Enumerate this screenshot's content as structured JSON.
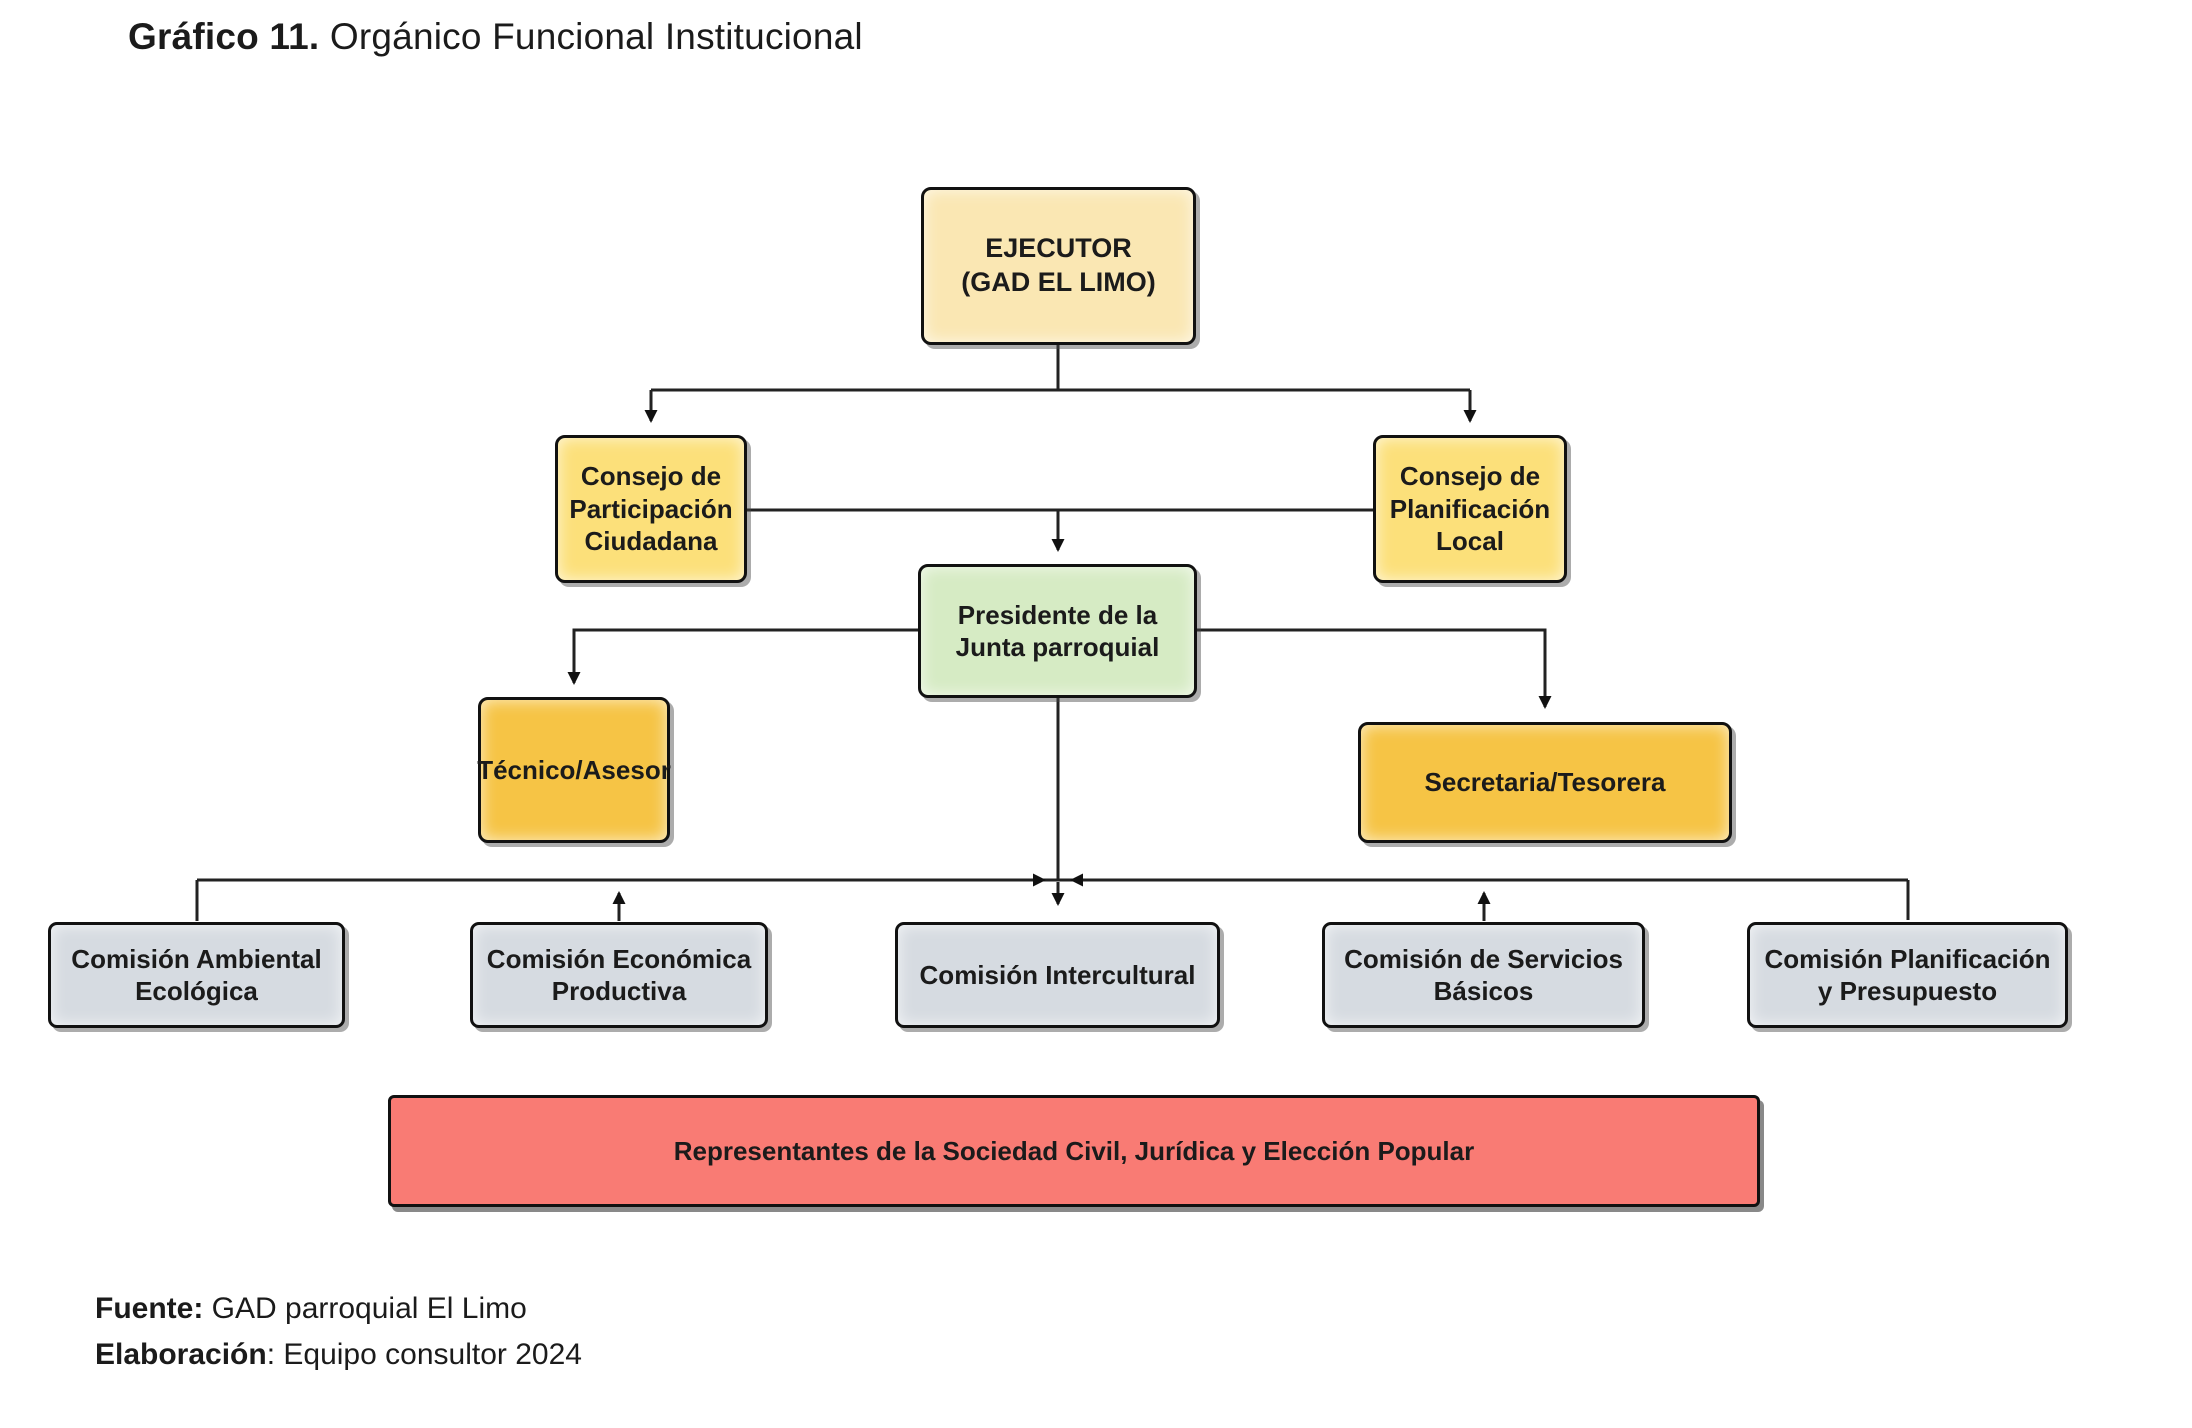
{
  "title": {
    "bold": "Gráfico 11.",
    "regular": " Orgánico Funcional Institucional"
  },
  "org_chart": {
    "nodes": {
      "ejecutor": {
        "label": "EJECUTOR\n(GAD EL LIMO)",
        "fill": "#fae7b3"
      },
      "consejo_participacion": {
        "label": "Consejo de\nParticipación\nCiudadana",
        "fill": "#fce07a"
      },
      "consejo_planificacion": {
        "label": "Consejo de\nPlanificación\nLocal",
        "fill": "#fce07a"
      },
      "presidente": {
        "label": "Presidente de la\nJunta parroquial",
        "fill": "#d6ebc4"
      },
      "tecnico": {
        "label": "Técnico/Asesor",
        "fill": "#f6c445"
      },
      "secretaria": {
        "label": "Secretaria/Tesorera",
        "fill": "#f6c445"
      },
      "comision_ambiental": {
        "label": "Comisión Ambiental\nEcológica",
        "fill": "#d6dbe1"
      },
      "comision_economica": {
        "label": "Comisión Económica\nProductiva",
        "fill": "#d6dbe1"
      },
      "comision_intercultural": {
        "label": "Comisión Intercultural",
        "fill": "#d6dbe1"
      },
      "comision_servicios": {
        "label": "Comisión de Servicios\nBásicos",
        "fill": "#d6dbe1"
      },
      "comision_planificacion": {
        "label": "Comisión Planificación\ny Presupuesto",
        "fill": "#d6dbe1"
      },
      "representantes": {
        "label": "Representantes de la Sociedad Civil, Jurídica y Elección Popular",
        "fill": "#f97b74"
      }
    },
    "edges": [
      {
        "from": "ejecutor",
        "to": "consejo_participacion",
        "arrow": "down"
      },
      {
        "from": "ejecutor",
        "to": "consejo_planificacion",
        "arrow": "down"
      },
      {
        "from": "consejo_participacion",
        "to": "consejo_planificacion",
        "arrow": "none"
      },
      {
        "from": "ejecutor",
        "to": "presidente",
        "arrow": "down"
      },
      {
        "from": "presidente",
        "to": "tecnico",
        "arrow": "down"
      },
      {
        "from": "presidente",
        "to": "secretaria",
        "arrow": "down"
      },
      {
        "from": "presidente",
        "to": "comision_intercultural",
        "arrow": "down"
      },
      {
        "from": "comision_economica",
        "to": "comisiones_bus",
        "arrow": "up"
      },
      {
        "from": "comision_servicios",
        "to": "comisiones_bus",
        "arrow": "up"
      },
      {
        "from": "comisiones_bus",
        "to": "comision_ambiental",
        "arrow": "none"
      },
      {
        "from": "comisiones_bus",
        "to": "comision_planificacion",
        "arrow": "none"
      }
    ],
    "line_color": "#222222",
    "border_color": "#111111"
  },
  "footer": {
    "fuente_label": "Fuente:",
    "fuente_value": " GAD parroquial El Limo",
    "elaboracion_label": "Elaboración",
    "elaboracion_value": ": Equipo consultor 2024"
  }
}
